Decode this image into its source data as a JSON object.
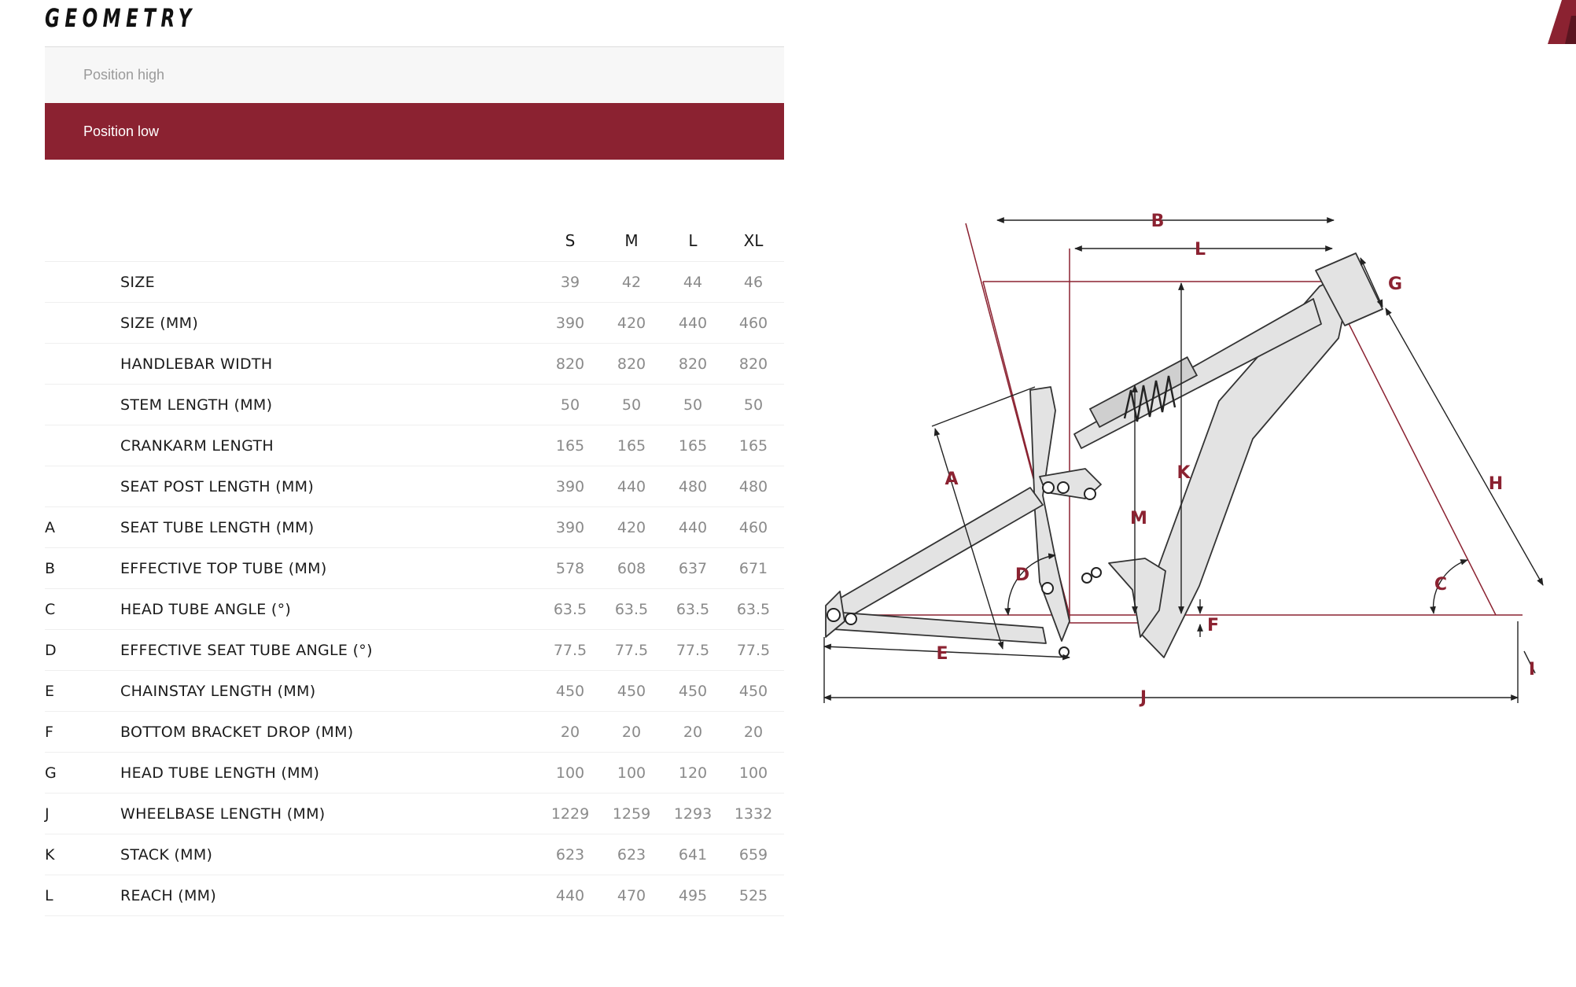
{
  "page": {
    "title": "GEOMETRY"
  },
  "tabs": {
    "high": "Position high",
    "low": "Position low",
    "active": "Position low"
  },
  "colors": {
    "accent": "#8b2231",
    "frame_fill": "#e3e3e3",
    "frame_outline": "#333333"
  },
  "table": {
    "size_headers": [
      "S",
      "M",
      "L",
      "XL"
    ],
    "rows": [
      {
        "letter": "",
        "label": "SIZE",
        "values": [
          "39",
          "42",
          "44",
          "46"
        ]
      },
      {
        "letter": "",
        "label": "SIZE (MM)",
        "values": [
          "390",
          "420",
          "440",
          "460"
        ]
      },
      {
        "letter": "",
        "label": "HANDLEBAR WIDTH",
        "values": [
          "820",
          "820",
          "820",
          "820"
        ]
      },
      {
        "letter": "",
        "label": "STEM LENGTH (MM)",
        "values": [
          "50",
          "50",
          "50",
          "50"
        ]
      },
      {
        "letter": "",
        "label": "CRANKARM LENGTH",
        "values": [
          "165",
          "165",
          "165",
          "165"
        ]
      },
      {
        "letter": "",
        "label": "SEAT POST LENGTH (MM)",
        "values": [
          "390",
          "440",
          "480",
          "480"
        ]
      },
      {
        "letter": "A",
        "label": "SEAT TUBE LENGTH (MM)",
        "values": [
          "390",
          "420",
          "440",
          "460"
        ]
      },
      {
        "letter": "B",
        "label": "EFFECTIVE TOP TUBE (MM)",
        "values": [
          "578",
          "608",
          "637",
          "671"
        ]
      },
      {
        "letter": "C",
        "label": "HEAD TUBE ANGLE (°)",
        "values": [
          "63.5",
          "63.5",
          "63.5",
          "63.5"
        ]
      },
      {
        "letter": "D",
        "label": "EFFECTIVE SEAT TUBE ANGLE (°)",
        "values": [
          "77.5",
          "77.5",
          "77.5",
          "77.5"
        ]
      },
      {
        "letter": "E",
        "label": "CHAINSTAY LENGTH (MM)",
        "values": [
          "450",
          "450",
          "450",
          "450"
        ]
      },
      {
        "letter": "F",
        "label": "BOTTOM BRACKET DROP (MM)",
        "values": [
          "20",
          "20",
          "20",
          "20"
        ]
      },
      {
        "letter": "G",
        "label": "HEAD TUBE LENGTH (MM)",
        "values": [
          "100",
          "100",
          "120",
          "100"
        ]
      },
      {
        "letter": "J",
        "label": "WHEELBASE LENGTH (MM)",
        "values": [
          "1229",
          "1259",
          "1293",
          "1332"
        ]
      },
      {
        "letter": "K",
        "label": "STACK (MM)",
        "values": [
          "623",
          "623",
          "641",
          "659"
        ]
      },
      {
        "letter": "L",
        "label": "REACH (MM)",
        "values": [
          "440",
          "470",
          "495",
          "525"
        ]
      }
    ]
  },
  "diagram": {
    "labels": {
      "A": "A",
      "B": "B",
      "C": "C",
      "D": "D",
      "E": "E",
      "F": "F",
      "G": "G",
      "H": "H",
      "I": "I",
      "J": "J",
      "K": "K",
      "L": "L",
      "M": "M"
    }
  }
}
